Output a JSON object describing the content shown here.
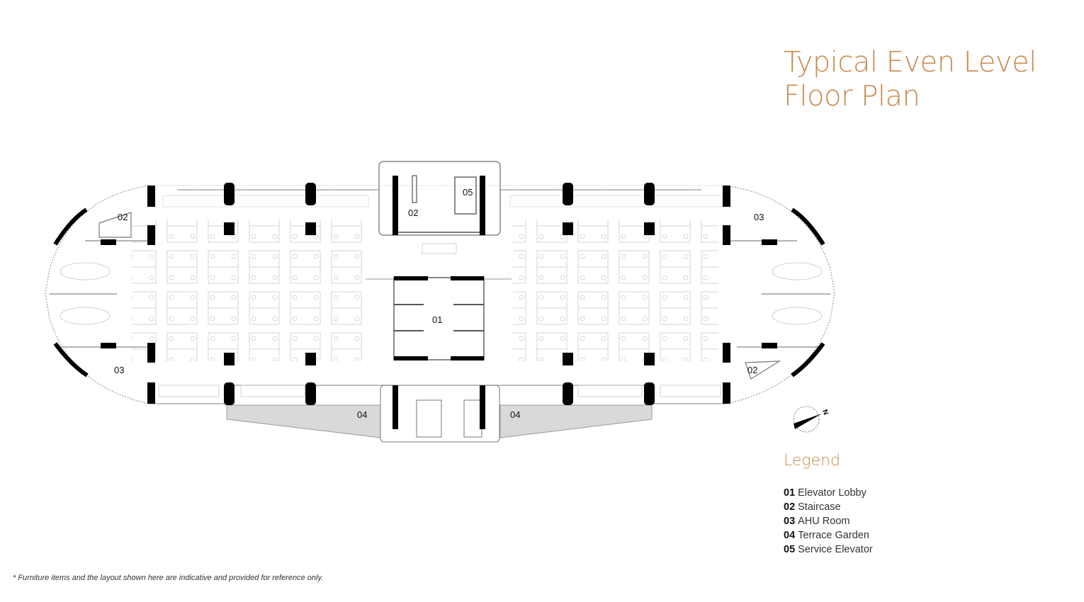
{
  "title": {
    "line1": "Typical Even Level",
    "line2": "Floor Plan"
  },
  "colors": {
    "accent": "#c98a4e",
    "wall": "#000000",
    "terrace": "#d9d9d9",
    "furniture": "#bfbfbf"
  },
  "plan": {
    "labels": {
      "elevator_lobby": "01",
      "staircase_left": "02",
      "staircase_core": "02",
      "staircase_right": "02",
      "ahu_left": "03",
      "ahu_right": "03",
      "terrace_left": "04",
      "terrace_right": "04",
      "service_elevator": "05"
    },
    "compass": {
      "north_label": "N",
      "icon": "north-arrow-icon"
    }
  },
  "legend": {
    "title": "Legend",
    "items": [
      {
        "code": "01",
        "label": "Elevator Lobby"
      },
      {
        "code": "02",
        "label": "Staircase"
      },
      {
        "code": "03",
        "label": "AHU Room"
      },
      {
        "code": "04",
        "label": "Terrace Garden"
      },
      {
        "code": "05",
        "label": "Service Elevator"
      }
    ]
  },
  "footnote": "* Furniture items and the layout shown here are indicative and provided  for reference only."
}
